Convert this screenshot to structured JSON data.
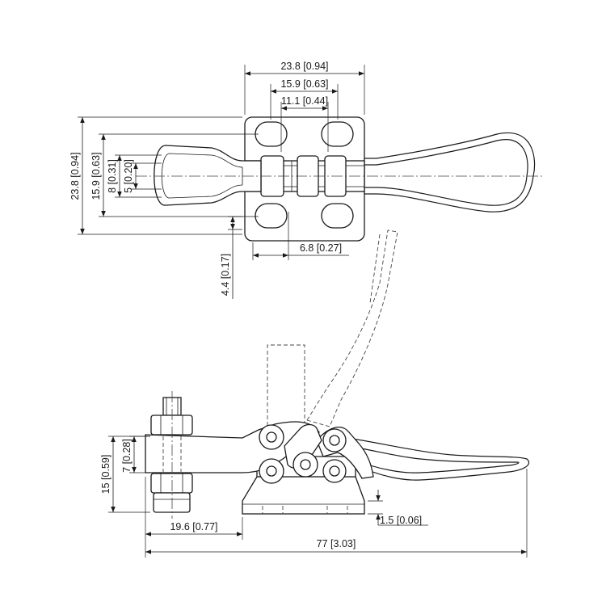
{
  "dimensions": {
    "top_width_outer": "23.8 [0.94]",
    "top_width_mid": "15.9 [0.63]",
    "top_width_inner": "11.1 [0.44]",
    "left_height_outer": "23.8 [0.94]",
    "left_height_mid": "15.9 [0.63]",
    "left_height_8": "8 [0.31]",
    "left_height_5": "5 [0.20]",
    "bracket_width": "6.8 [0.27]",
    "offset_height": "4.4 [0.17]",
    "spindle_height_7": "7 [0.28]",
    "total_height_15": "15 [0.59]",
    "spindle_reach": "19.6 [0.77]",
    "base_thickness": "1.5 [0.06]",
    "overall_length": "77 [3.03]"
  }
}
